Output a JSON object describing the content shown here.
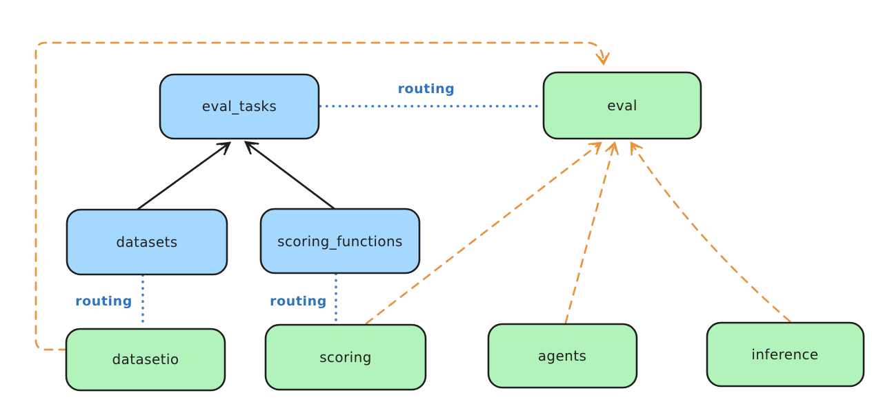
{
  "colors": {
    "background": "#ffffff",
    "node_blue_fill": "#a5d8ff",
    "node_green_fill": "#b2f2bb",
    "node_stroke": "#1e1e1e",
    "routing_blue": "#2f74c0",
    "provider_orange": "#e8943e",
    "arrow_black": "#1e1e1e"
  },
  "nodes": {
    "eval_tasks": {
      "label": "eval_tasks",
      "kind": "blue"
    },
    "eval": {
      "label": "eval",
      "kind": "green"
    },
    "datasets": {
      "label": "datasets",
      "kind": "blue"
    },
    "scoring_functions": {
      "label": "scoring_functions",
      "kind": "blue"
    },
    "datasetio": {
      "label": "datasetio",
      "kind": "green"
    },
    "scoring": {
      "label": "scoring",
      "kind": "green"
    },
    "agents": {
      "label": "agents",
      "kind": "green"
    },
    "inference": {
      "label": "inference",
      "kind": "green"
    }
  },
  "edges": [
    {
      "from": "datasets",
      "to": "eval_tasks",
      "style": "solid-arrow",
      "color": "black",
      "label": ""
    },
    {
      "from": "scoring_functions",
      "to": "eval_tasks",
      "style": "solid-arrow",
      "color": "black",
      "label": ""
    },
    {
      "from": "eval_tasks",
      "to": "eval",
      "style": "dotted",
      "color": "blue",
      "label": "routing"
    },
    {
      "from": "datasets",
      "to": "datasetio",
      "style": "dotted",
      "color": "blue",
      "label": "routing"
    },
    {
      "from": "scoring_functions",
      "to": "scoring",
      "style": "dotted",
      "color": "blue",
      "label": "routing"
    },
    {
      "from": "datasetio",
      "to": "eval",
      "style": "dashed-arrow",
      "color": "orange",
      "label": ""
    },
    {
      "from": "scoring",
      "to": "eval",
      "style": "dashed-arrow",
      "color": "orange",
      "label": ""
    },
    {
      "from": "agents",
      "to": "eval",
      "style": "dashed-arrow",
      "color": "orange",
      "label": ""
    },
    {
      "from": "inference",
      "to": "eval",
      "style": "dashed-arrow",
      "color": "orange",
      "label": ""
    }
  ]
}
